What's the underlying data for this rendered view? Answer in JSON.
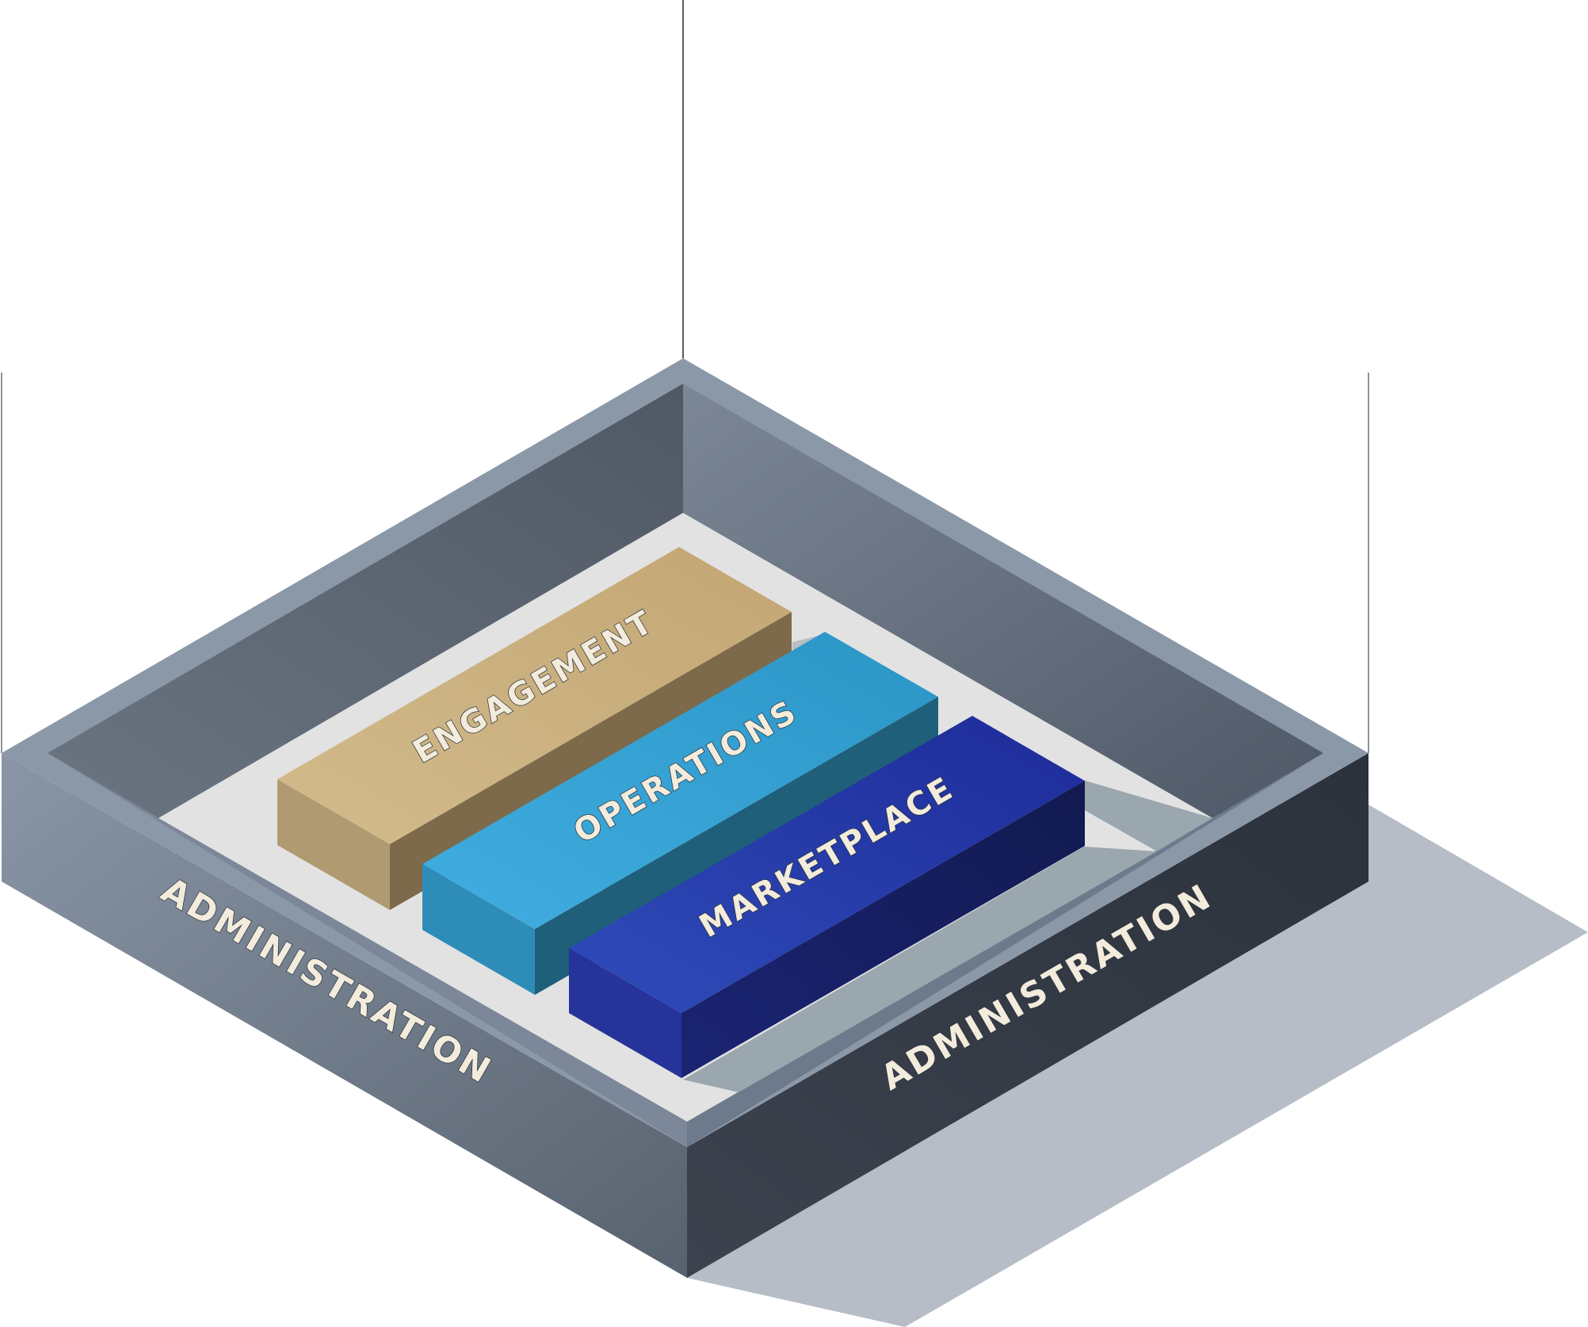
{
  "diagram": {
    "blocks": [
      {
        "id": "engagement",
        "label": "ENGAGEMENT",
        "top_colors": [
          "#c9ad80",
          "#d3bb8c"
        ],
        "side_left": "#b09a72",
        "side_right": "#7d6a4b"
      },
      {
        "id": "operations",
        "label": "OPERATIONS",
        "top_colors": [
          "#3ba5d4",
          "#2f97c9"
        ],
        "side_left": "#2e8db8",
        "side_right": "#1f5f79"
      },
      {
        "id": "marketplace",
        "label": "MARKETPLACE",
        "top_colors": [
          "#2d48b6",
          "#1e2e9a"
        ],
        "side_left": "#26339a",
        "side_right": "#151c5c"
      }
    ],
    "frame": {
      "left_label": "ADMINISTRATION",
      "right_label": "ADMINISTRATION",
      "rim_color": "#8b98a8",
      "inner_wall_color": "#5b6470",
      "outer_left_color": "#7f8b9a",
      "outer_right_color": "#323945",
      "floor_color": "#e2e2e2",
      "shadow_color": "#b6bdc6"
    }
  }
}
